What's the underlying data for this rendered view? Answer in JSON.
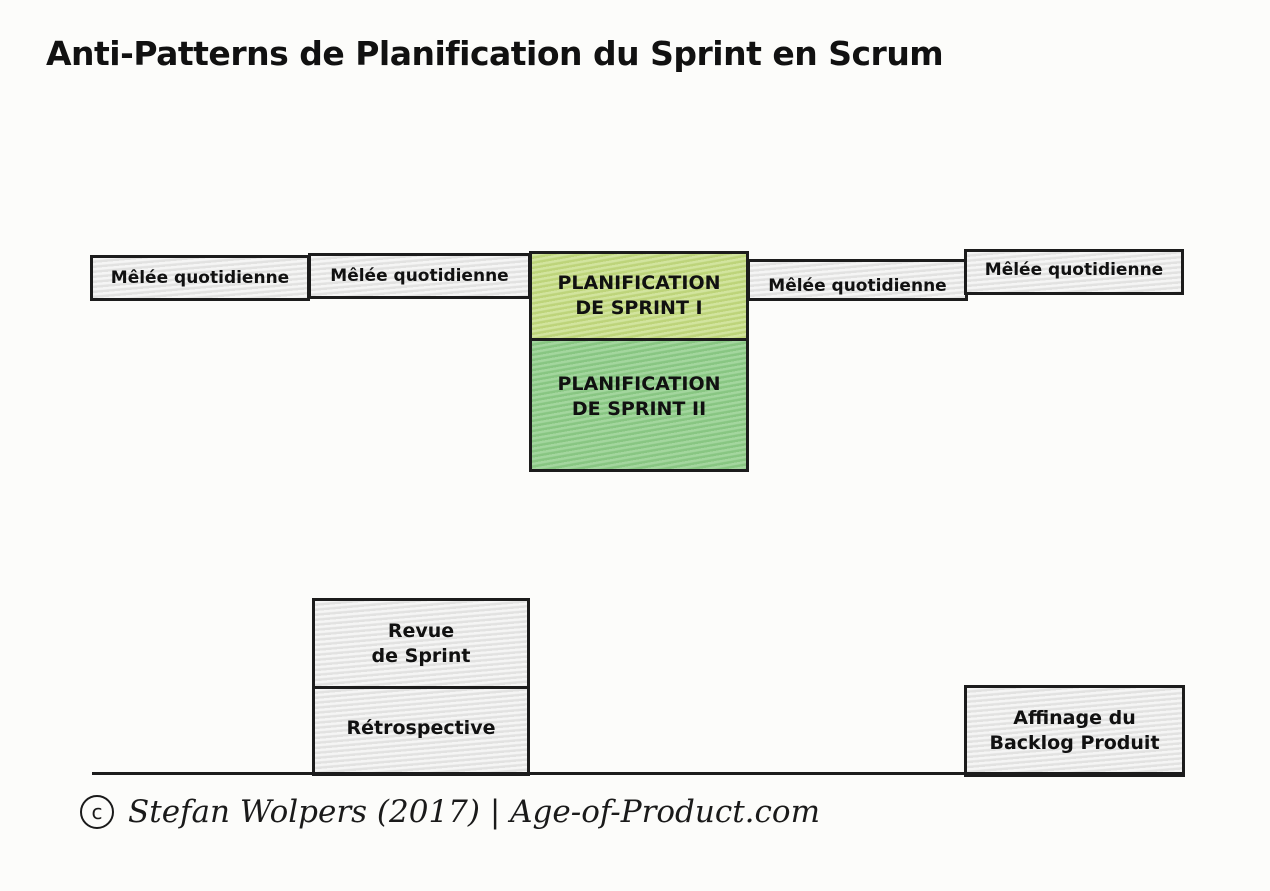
{
  "title": "Anti-Patterns de Planification du Sprint en Scrum",
  "timeline": {
    "daily_scrums": [
      "Mêlée quotidienne",
      "Mêlée quotidienne",
      "Mêlée quotidienne",
      "Mêlée quotidienne"
    ],
    "planning_1": [
      "PLANIFICATION",
      "DE SPRINT I"
    ],
    "planning_2": [
      "PLANIFICATION",
      "DE SPRINT II"
    ],
    "sprint_review": [
      "Revue",
      "de Sprint"
    ],
    "retrospective": "Rétrospective",
    "backlog_refinement": [
      "Affinage du",
      "Backlog Produit"
    ]
  },
  "footer": {
    "copyright_symbol": "c",
    "credit": "Stefan Wolpers (2017)   |   Age-of-Product.com"
  },
  "colors": {
    "planning_1": "#c3db7e",
    "planning_2": "#8ccc86",
    "neutral_box": "#e9e9e8",
    "ink": "#1c1c1c"
  }
}
